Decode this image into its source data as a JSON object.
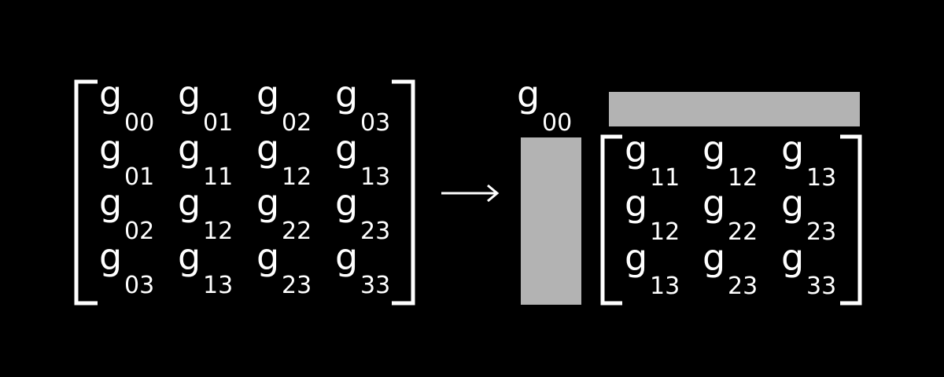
{
  "colors": {
    "background": "#000000",
    "foreground": "#ffffff",
    "block": "#b3b3b3"
  },
  "full_matrix": [
    [
      "00",
      "01",
      "02",
      "03"
    ],
    [
      "01",
      "11",
      "12",
      "13"
    ],
    [
      "02",
      "12",
      "22",
      "23"
    ],
    [
      "03",
      "13",
      "23",
      "33"
    ]
  ],
  "corner_entry": "00",
  "sub_matrix": [
    [
      "11",
      "12",
      "13"
    ],
    [
      "12",
      "22",
      "23"
    ],
    [
      "13",
      "23",
      "33"
    ]
  ],
  "symbol": "g",
  "arrow": "right-arrow"
}
